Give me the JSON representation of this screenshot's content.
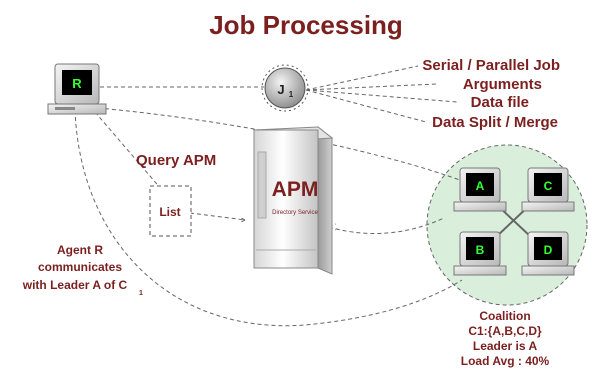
{
  "title": "Job Processing",
  "agent_r": {
    "label": "R"
  },
  "job": {
    "label": "J",
    "subscript": "1"
  },
  "job_attributes": [
    "Serial / Parallel Job",
    "Arguments",
    "Data file",
    "Data Split / Merge"
  ],
  "query_label": "Query APM",
  "list_label": "List",
  "apm": {
    "label": "APM",
    "service": "Directory Service"
  },
  "agent_note": {
    "lines": [
      "Agent R",
      "communicates",
      "with Leader A of C"
    ],
    "subscript": "1"
  },
  "coalition_members": [
    "A",
    "C",
    "B",
    "D"
  ],
  "coalition_info": [
    "Coalition",
    "C1:{A,B,C,D}",
    "Leader is A",
    "Load Avg : 40%"
  ],
  "colors": {
    "title": "#7b1f1f",
    "screen_label": "#33ff33",
    "coalition_bg": "#d9efdc"
  }
}
